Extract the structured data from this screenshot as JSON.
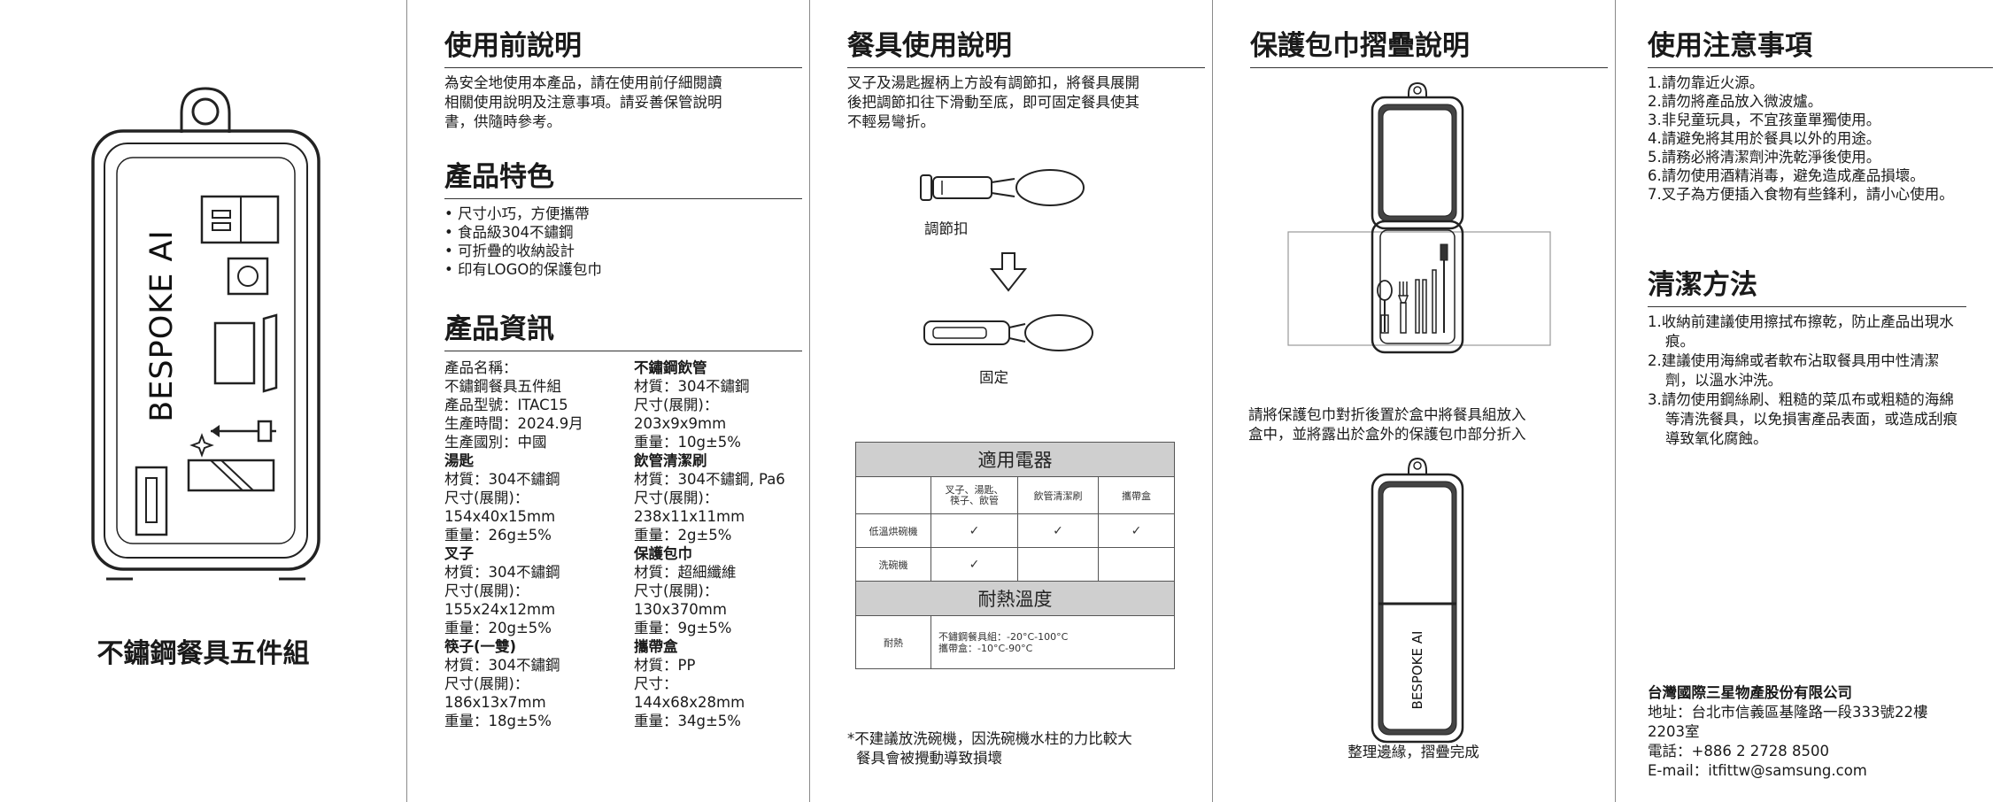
{
  "cover": {
    "brand": "BESPOKE AI",
    "title": "不鏽鋼餐具五件組"
  },
  "prep": {
    "title": "使用前說明",
    "lines": [
      "為安全地使用本產品，請在使用前仔細閱讀",
      "相關使用說明及注意事項。請妥善保管說明",
      "書，供隨時參考。"
    ]
  },
  "features": {
    "title": "產品特色",
    "items": [
      "尺寸小巧，方便攜帶",
      "食品級304不鏽鋼",
      "可折疊的收納設計",
      "印有LOGO的保護包巾"
    ]
  },
  "specs": {
    "title": "產品資訊",
    "left": [
      {
        "type": "plain",
        "lines": [
          "產品名稱：",
          "不鏽鋼餐具五件組",
          "產品型號：ITAC15",
          "生產時間：2024.9月",
          "生產國別：中國"
        ]
      },
      {
        "type": "item",
        "name": "湯匙",
        "lines": [
          "材質：304不鏽鋼",
          "尺寸(展開)：",
          "154x40x15mm",
          "重量：26g±5%"
        ]
      },
      {
        "type": "item",
        "name": "叉子",
        "lines": [
          "材質：304不鏽鋼",
          "尺寸(展開)：",
          "155x24x12mm",
          "重量：20g±5%"
        ]
      },
      {
        "type": "item",
        "name": "筷子(一雙)",
        "lines": [
          "材質：304不鏽鋼",
          "尺寸(展開)：",
          "186x13x7mm",
          "重量：18g±5%"
        ]
      }
    ],
    "right": [
      {
        "type": "item",
        "name": "不鏽鋼飲管",
        "lines": [
          "材質：304不鏽鋼",
          "尺寸(展開)：",
          "203x9x9mm",
          "重量：10g±5%"
        ]
      },
      {
        "type": "item",
        "name": "飲管清潔刷",
        "lines": [
          "材質：304不鏽鋼, Pa6",
          "尺寸(展開)：",
          "238x11x11mm",
          "重量：2g±5%"
        ]
      },
      {
        "type": "item",
        "name": "保護包巾",
        "lines": [
          "材質：超細纖維",
          "尺寸(展開)：",
          "130x370mm",
          "重量：9g±5%"
        ]
      },
      {
        "type": "item",
        "name": "攜帶盒",
        "lines": [
          "材質：PP",
          "尺寸：",
          "144x68x28mm",
          "重量：34g±5%"
        ]
      }
    ]
  },
  "utensil": {
    "title": "餐具使用說明",
    "lines": [
      "叉子及湯匙握柄上方設有調節扣，將餐具展開",
      "後把調節扣往下滑動至底，即可固定餐具使其",
      "不輕易彎折。"
    ],
    "label_buckle": "調節扣",
    "label_fixed": "固定"
  },
  "appliances": {
    "title": "適用電器",
    "col_headers": [
      [
        "叉子、湯匙、",
        "筷子、飲管"
      ],
      [
        "飲管清潔刷"
      ],
      [
        "攜帶盒"
      ]
    ],
    "rows": [
      {
        "label": "低溫烘碗機",
        "cells": [
          "✓",
          "✓",
          "✓"
        ]
      },
      {
        "label": "洗碗機",
        "cells": [
          "✓",
          "",
          ""
        ]
      }
    ],
    "heat_title": "耐熱溫度",
    "heat_label": "耐熱",
    "heat_lines": [
      "不鏽鋼餐具組：-20°C-100°C",
      "攜帶盒：-10°C-90°C"
    ]
  },
  "note": {
    "lines": [
      "*不建議放洗碗機，因洗碗機水柱的力比較大",
      "餐具會被攪動導致損壞"
    ]
  },
  "fold": {
    "title": "保護包巾摺疊說明",
    "lines": [
      "請將保護包巾對折後置於盒中將餐具組放入",
      "盒中，並將露出於盒外的保護包巾部分折入"
    ],
    "caption": "整理邊緣，摺疊完成"
  },
  "cautions": {
    "title": "使用注意事項",
    "items": [
      "1.請勿靠近火源。",
      "2.請勿將產品放入微波爐。",
      "3.非兒童玩具，不宜孩童單獨使用。",
      "4.請避免將其用於餐具以外的用途。",
      "5.請務必將清潔劑沖洗乾淨後使用。",
      "6.請勿使用酒精消毒，避免造成產品損壞。",
      "7.叉子為方便插入食物有些鋒利，請小心使用。"
    ]
  },
  "cleaning": {
    "title": "清潔方法",
    "items": [
      "1.收納前建議使用擦拭布擦乾，防止產品出現水痕。",
      "2.建議使用海綿或者軟布沾取餐具用中性清潔劑，以溫水沖洗。",
      "3.請勿使用鋼絲刷、粗糙的菜瓜布或粗糙的海綿等清洗餐具，以免損害產品表面，或造成刮痕導致氧化腐蝕。"
    ]
  },
  "company": {
    "name": "台灣國際三星物產股份有限公司",
    "address": [
      "地址：台北市信義區基隆路一段333號22樓",
      "2203室"
    ],
    "phone": "電話：+886 2 2728 8500",
    "email": "E-mail：itfittw@samsung.com"
  }
}
